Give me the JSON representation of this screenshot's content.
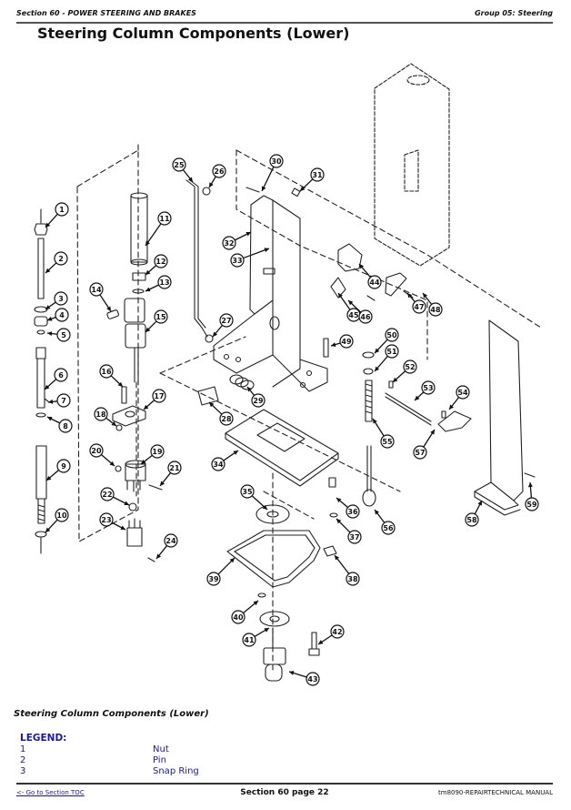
{
  "header": {
    "section": "Section 60 - POWER STEERING AND BRAKES",
    "group": "Group 05: Steering"
  },
  "title": "Steering Column Components (Lower)",
  "diagram": {
    "callouts": [
      "1",
      "2",
      "3",
      "4",
      "5",
      "6",
      "7",
      "8",
      "9",
      "10",
      "11",
      "12",
      "13",
      "14",
      "15",
      "16",
      "17",
      "18",
      "19",
      "20",
      "21",
      "22",
      "23",
      "24",
      "25",
      "26",
      "27",
      "28",
      "29",
      "30",
      "31",
      "32",
      "33",
      "34",
      "35",
      "36",
      "37",
      "38",
      "39",
      "40",
      "41",
      "42",
      "43",
      "44",
      "45",
      "46",
      "47",
      "48",
      "49",
      "50",
      "51",
      "52",
      "53",
      "54",
      "55",
      "56",
      "57",
      "58",
      "59"
    ]
  },
  "caption": "Steering Column Components (Lower)",
  "legend": {
    "heading": "LEGEND:",
    "items": [
      {
        "number": "1",
        "label": "Nut"
      },
      {
        "number": "2",
        "label": "Pin"
      },
      {
        "number": "3",
        "label": "Snap Ring"
      }
    ]
  },
  "footer": {
    "toc_link": "<- Go to Section TOC",
    "page": "Section 60 page 22",
    "manual": "tm8090-REPAIRTECHNICAL MANUAL"
  }
}
